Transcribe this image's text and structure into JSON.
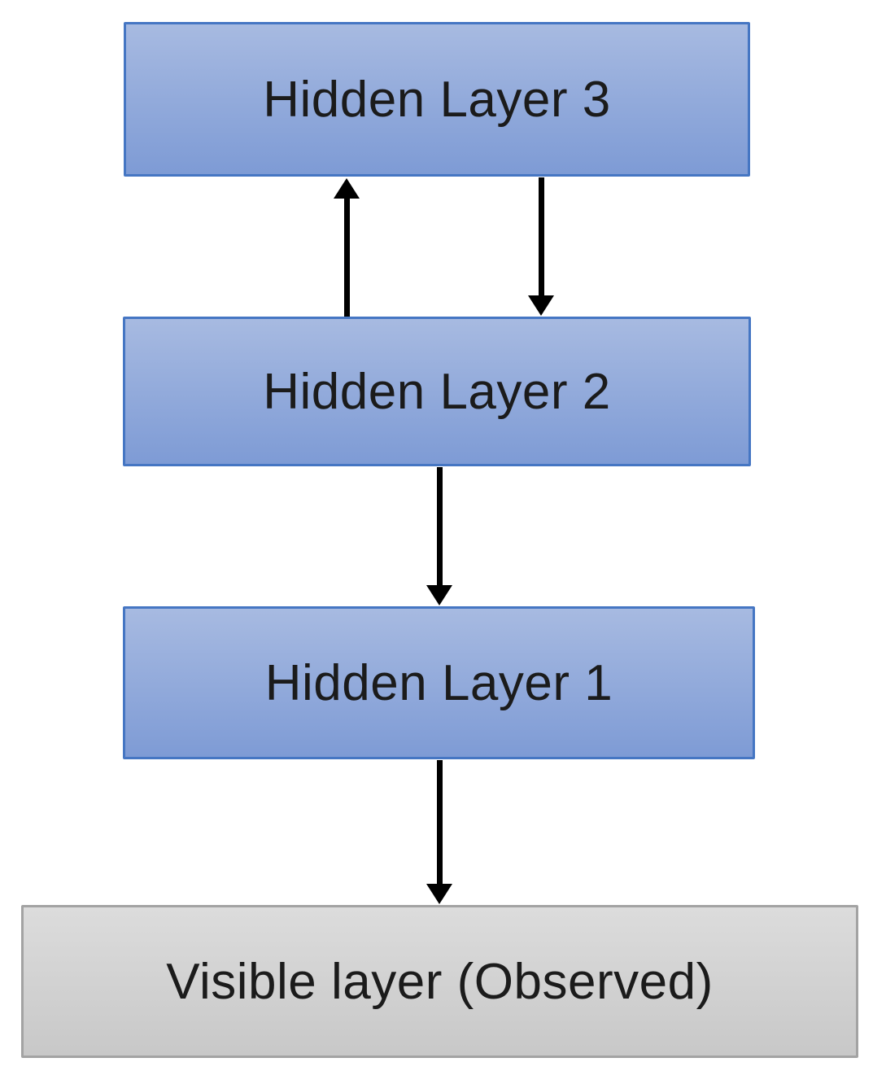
{
  "diagram": {
    "nodes": [
      {
        "id": "hidden-layer-3",
        "label": "Hidden Layer 3",
        "type": "hidden"
      },
      {
        "id": "hidden-layer-2",
        "label": "Hidden Layer 2",
        "type": "hidden"
      },
      {
        "id": "hidden-layer-1",
        "label": "Hidden Layer 1",
        "type": "hidden"
      },
      {
        "id": "visible-layer",
        "label": "Visible layer (Observed)",
        "type": "visible"
      }
    ],
    "edges": [
      {
        "from": "hidden-layer-2",
        "to": "hidden-layer-3",
        "direction": "up"
      },
      {
        "from": "hidden-layer-3",
        "to": "hidden-layer-2",
        "direction": "down"
      },
      {
        "from": "hidden-layer-2",
        "to": "hidden-layer-1",
        "direction": "down"
      },
      {
        "from": "hidden-layer-1",
        "to": "visible-layer",
        "direction": "down"
      }
    ],
    "colors": {
      "background": "#ffffff",
      "hidden_fill_top": "#a7bae1",
      "hidden_fill_bottom": "#7e9bd5",
      "hidden_border": "#4576c3",
      "visible_fill_top": "#dcdcdc",
      "visible_fill_bottom": "#c8c8c8",
      "visible_border": "#a3a3a3",
      "arrow": "#000000",
      "text": "#1b1b1b"
    }
  }
}
